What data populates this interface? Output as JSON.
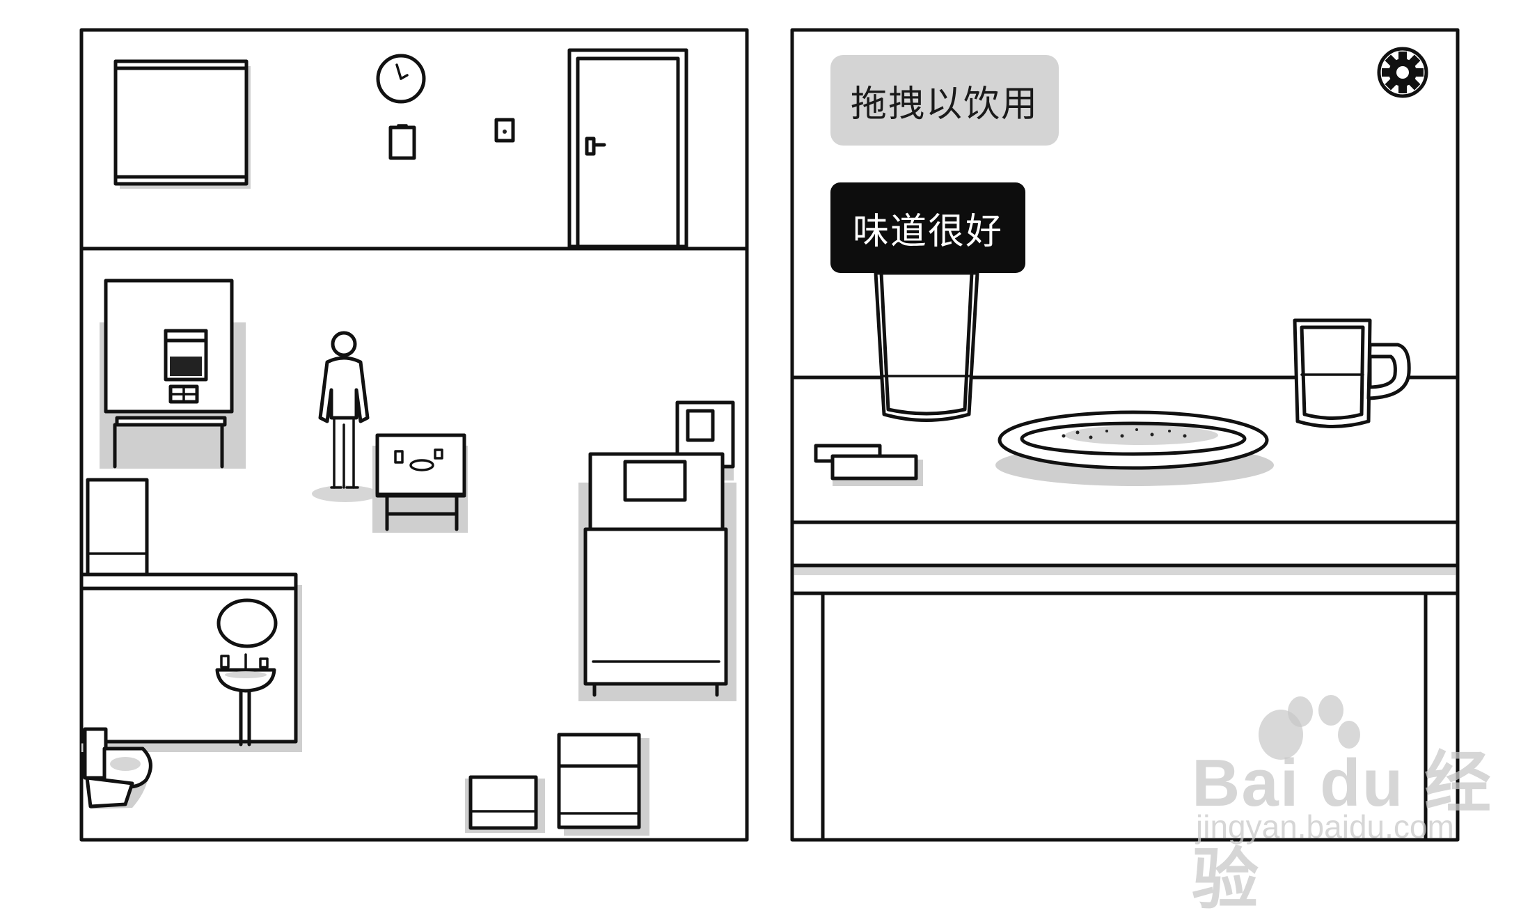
{
  "dialogue": {
    "hint": "拖拽以饮用",
    "speech": "味道很好"
  },
  "watermark": {
    "logo_text": "Bai du 经验",
    "url_text": "jingyan.baidu.com"
  },
  "icons": {
    "settings": "gear-icon"
  },
  "colors": {
    "ink": "#111111",
    "shadow": "#cfcfcf",
    "hint_bubble": "#d4d4d4",
    "speech_bubble": "#0d0d0d"
  }
}
